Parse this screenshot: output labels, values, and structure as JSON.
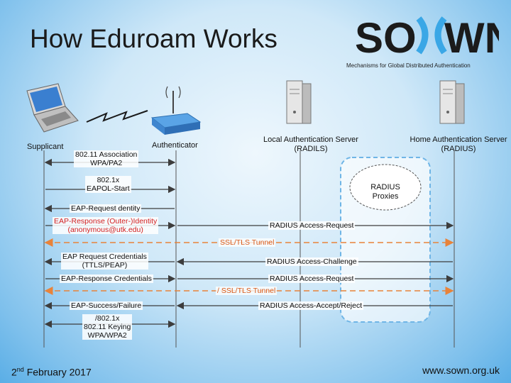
{
  "title": "How Eduroam Works",
  "logo": {
    "text": "SOWN",
    "tagline": "Mechanisms for Global Distributed Authentication"
  },
  "footer": {
    "date_prefix": "2",
    "date_sup": "nd",
    "date_rest": " February 2017",
    "url": "www.sown.org.uk"
  },
  "entities": {
    "supplicant": "Supplicant",
    "authenticator": "Authenticator",
    "local_server": [
      "Local Authentication Server",
      "(RADILS)"
    ],
    "home_server": [
      "Home Authentication Server",
      "(RADIUS)"
    ],
    "proxies": [
      "RADIUS",
      "Proxies"
    ]
  },
  "messages": {
    "m1": [
      "802.11 Association",
      "WPA/PA2"
    ],
    "m2": [
      "802.1x",
      "EAPOL-Start"
    ],
    "m3": "EAP-Request dentity",
    "m4": [
      "EAP-Response (Outer-)Identity",
      "(anonymous@utk.edu)"
    ],
    "m5": "RADIUS Access-Request",
    "m6": "SSL/TLS Tunnel",
    "m7": [
      "EAP Request Credentials",
      "(TTLS/PEAP)"
    ],
    "m8": "RADIUS Access-Challenge",
    "m9": "EAP-Response Credentials",
    "m10": "RADIUS Access-Request",
    "m11": "/ SSL/TLS Tunnel",
    "m12": "EAP-Success/Failure",
    "m13": "RADIUS Access-Accept/Reject",
    "m14": [
      "/802.1x",
      "802.11 Keying",
      "WPA/WPA2"
    ]
  },
  "colors": {
    "arrow": "#3d3d3d",
    "tunnel": "#e8833a",
    "eap_identity": "#d21f1f",
    "proxy_cloud_border": "#6fb5e6"
  }
}
